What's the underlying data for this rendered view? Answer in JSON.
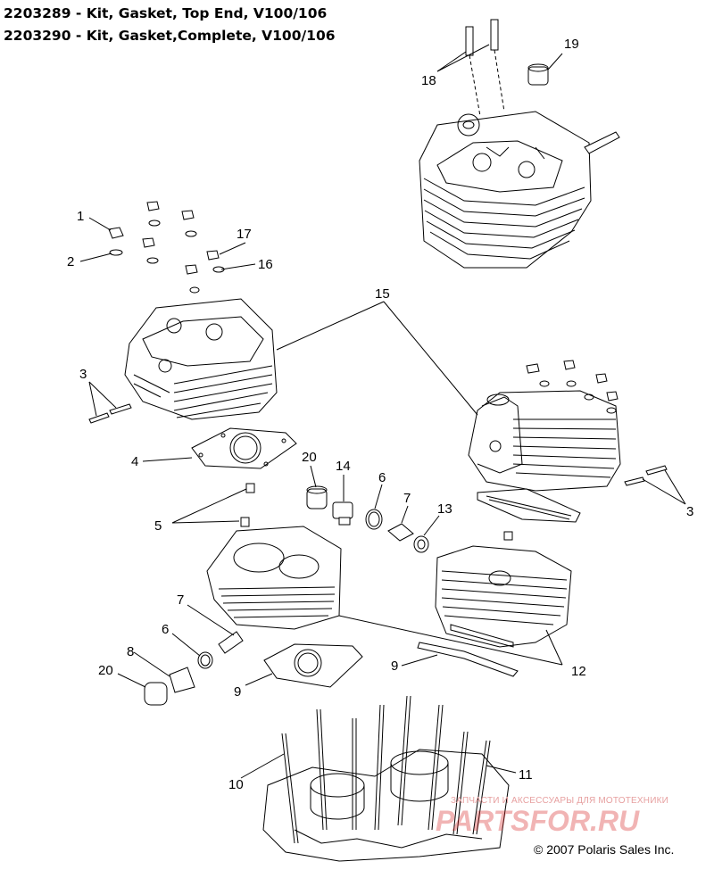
{
  "titles": {
    "kit_top_end": "2203289 - Kit, Gasket, Top End, V100/106",
    "kit_complete": "2203290 - Kit, Gasket,Complete, V100/106"
  },
  "callouts": {
    "c1": "1",
    "c2": "2",
    "c3a": "3",
    "c3b": "3",
    "c4": "4",
    "c5": "5",
    "c6a": "6",
    "c6b": "6",
    "c7a": "7",
    "c7b": "7",
    "c8": "8",
    "c9a": "9",
    "c9b": "9",
    "c10": "10",
    "c11": "11",
    "c12": "12",
    "c13": "13",
    "c14": "14",
    "c15": "15",
    "c16": "16",
    "c17": "17",
    "c18": "18",
    "c19": "19",
    "c20a": "20",
    "c20b": "20"
  },
  "watermark": {
    "tagline": "ЗАПЧАСТИ И АКСЕССУАРЫ ДЛЯ МОТОТЕХНИКИ",
    "brand": "PARTSFOR.RU"
  },
  "copyright": "© 2007 Polaris Sales Inc.",
  "colors": {
    "line": "#000000",
    "watermark": "#d62828"
  }
}
